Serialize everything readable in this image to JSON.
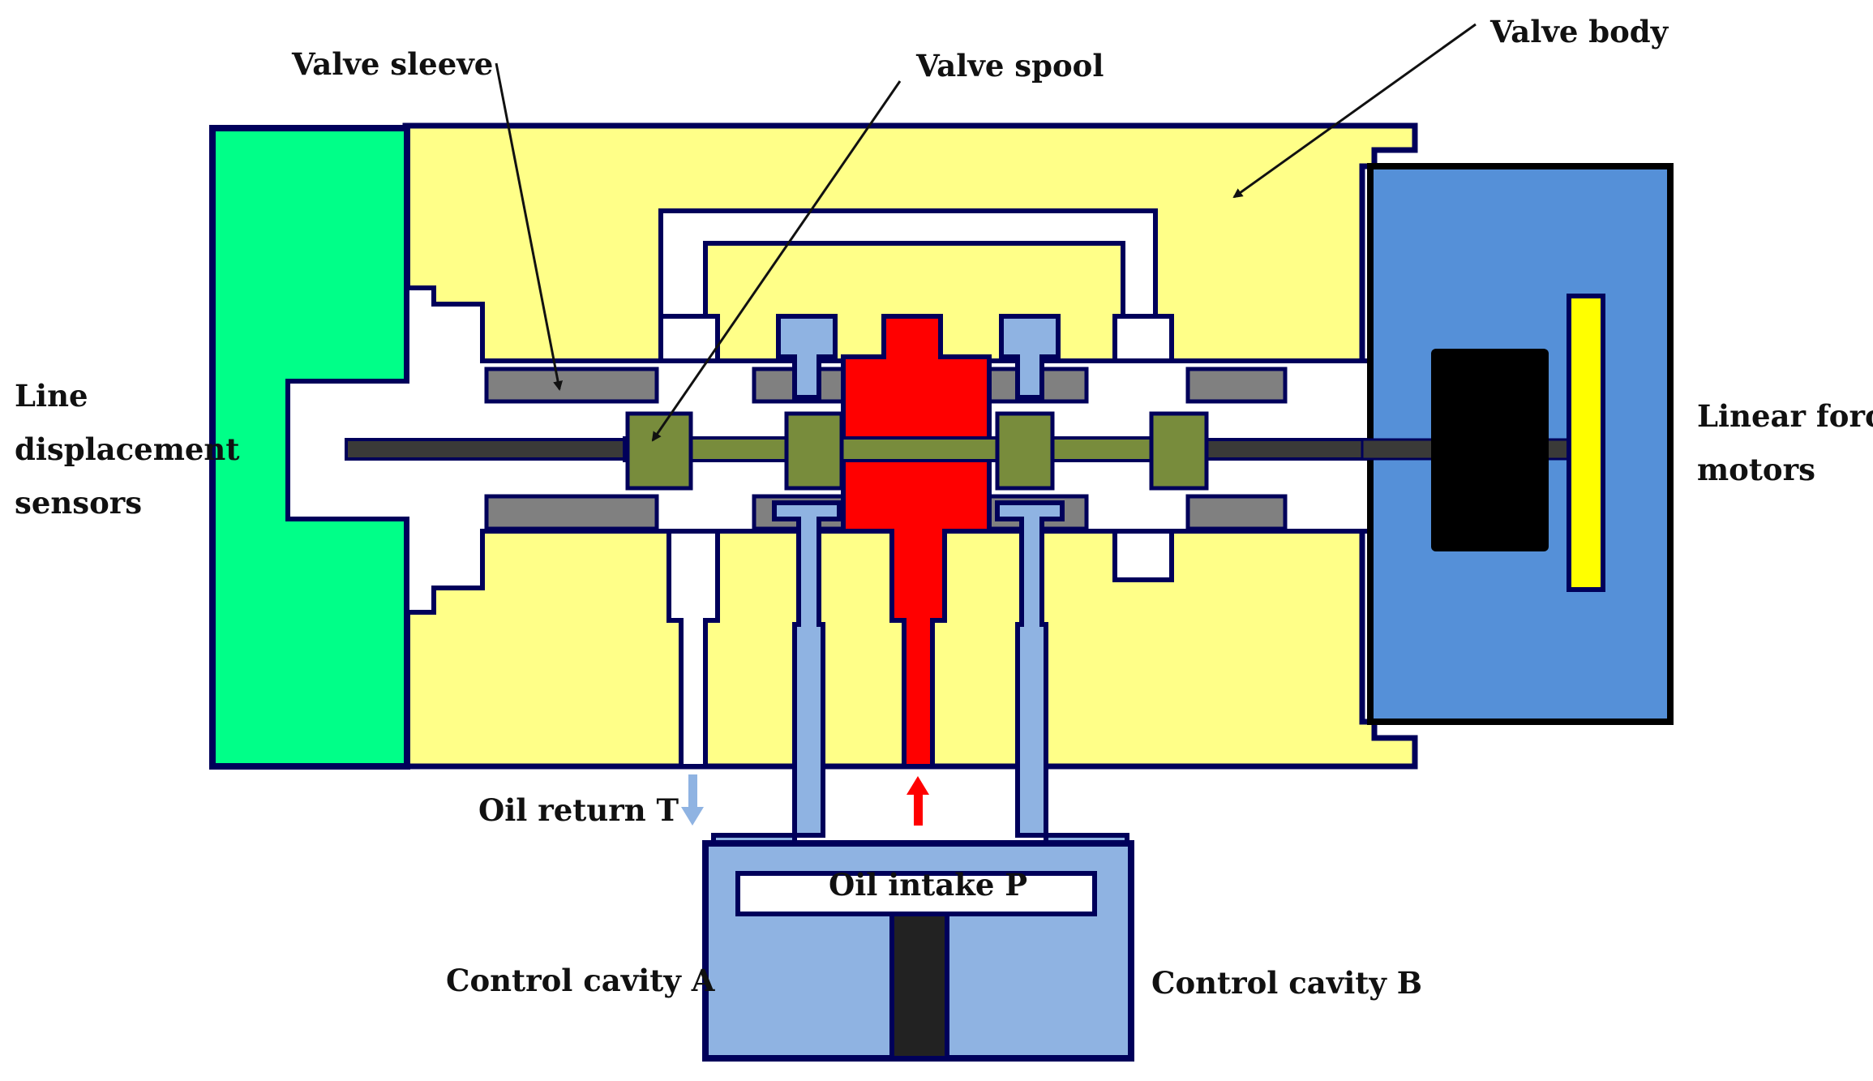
{
  "labels": {
    "valve_sleeve": "Valve sleeve",
    "valve_spool": "Valve spool",
    "valve_body": "Valve body",
    "line_displacement_sensors": [
      "Line",
      "displacement",
      "sensors"
    ],
    "linear_force_motors": [
      "Linear force",
      "motors"
    ],
    "oil_return": "Oil return T",
    "oil_intake": "Oil intake P",
    "control_cavity_a": "Control cavity A",
    "control_cavity_b": "Control cavity B"
  },
  "colors": {
    "outline": "#00005a",
    "valve_body": "#ffff88",
    "sensor_block": "#00ff88",
    "motor_housing": "#5590d8",
    "motor_core": "#000000",
    "motor_coil": "#ffff00",
    "valve_sleeve": "#808080",
    "valve_spool": "#788c3c",
    "spool_rod": "#3a3a38",
    "pressure_oil": "#ff0000",
    "control_oil": "#8fb3e2",
    "return_oil": "#ffffff",
    "actuator_piston": "#222222",
    "leader_line": "#111111"
  }
}
